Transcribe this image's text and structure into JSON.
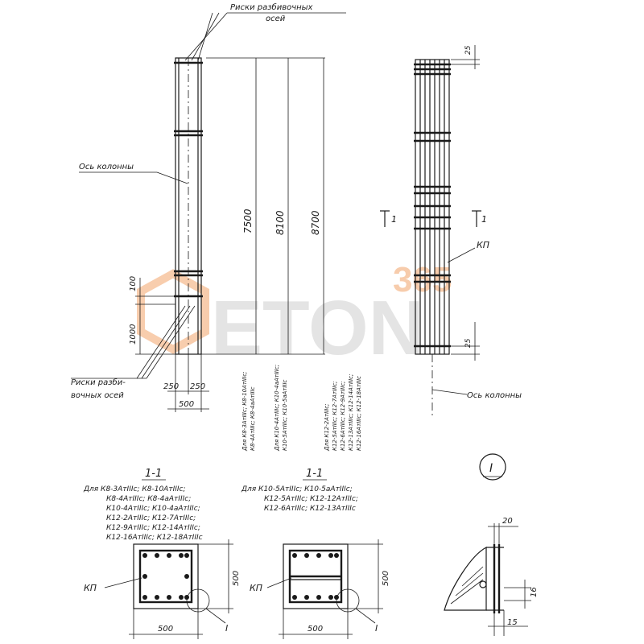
{
  "top": {
    "risks_top_line1": "Риски разбивочных",
    "risks_top_line2": "осей",
    "column_axis_left": "Ось колонны",
    "risks_bottom_line1": "Риски разби-",
    "risks_bottom_line2": "вочных осей",
    "dim_100": "100",
    "dim_1000": "1000",
    "dim_250_left": "250",
    "dim_250_right": "250",
    "dim_500": "500",
    "dim_7500": "7500",
    "dim_8100": "8100",
    "dim_8700": "8700",
    "note_7500_a": "Для К8-3АтIIIс; К8-10АтIIIс;",
    "note_7500_b": "К8-4АтIIIс; К8-4аАтIIIс",
    "note_8100_a": "Для К10-4АтIIIс; К10-4аАтIIIс;",
    "note_8100_b": "К10-5АтIIIс; К10-5аАтIIIс",
    "note_8700_a": "Для К12-2АтIIIс;",
    "note_8700_b": "К12-5АтIIIс; К12-7АтIIIс;",
    "note_8700_c": "К12-6АтIIIс; К12-9АтIIIс;",
    "note_8700_d": "К12-13АтIIIс; К12-14АтIIIс;",
    "note_8700_e": "К12-16АтIIIс; К12-18АтIIIс"
  },
  "right": {
    "dim_25_top": "25",
    "dim_25_bottom": "25",
    "section_mark_left": "1",
    "section_mark_right": "1",
    "kp_label": "КП",
    "column_axis_label": "Ось колонны"
  },
  "sections": {
    "left_title": "1-1",
    "left_list": [
      "Для  К8-3АтIIIс; К8-10АтIIIс;",
      "К8-4АтIIIс; К8-4аАтIIIс;",
      "К10-4АтIIIс; К10-4аАтIIIс;",
      "К12-2АтIIIс; К12-7АтIIIс;",
      "К12-9АтIIIс; К12-14АтIIIс;",
      "К12-16АтIIIс; К12-18АтIIIс"
    ],
    "right_title": "1-1",
    "right_list": [
      "Для  К10-5АтIIIс; К10-5аАтIIIс;",
      "К12-5АтIIIс; К12-12АтIIIс;",
      "К12-6АтIIIс; К12-13АтIIIс"
    ],
    "kp_left": "КП",
    "kp_right": "КП",
    "dim_500_left_v": "500",
    "dim_500_left_h": "500",
    "dim_500_right_v": "500",
    "dim_500_right_h": "500",
    "node_ref_left": "I",
    "node_ref_right": "I"
  },
  "detail": {
    "node_title": "I",
    "dim_20": "20",
    "dim_16": "16",
    "dim_15": "15"
  },
  "watermark": {
    "number": "365",
    "word": "ETON"
  },
  "colors": {
    "line": "#1a1a1a",
    "watermark": "#f2a46a",
    "watermark_grey": "#cfcfcf"
  }
}
